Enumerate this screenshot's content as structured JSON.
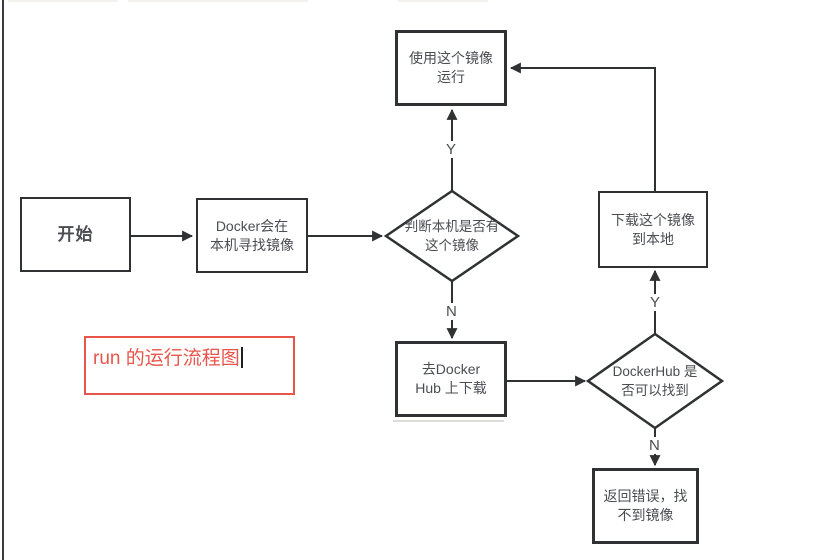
{
  "diagram": {
    "title_annotation": "run 的运行流程图",
    "colors": {
      "stroke": "#2f3133",
      "node_text": "#4a4d52",
      "annotation_red": "#e8554a",
      "background": "#ffffff"
    },
    "nodes": {
      "start": {
        "label": "开始"
      },
      "find_local": {
        "label": "Docker会在\n本机寻找镜像"
      },
      "has_image_decision": {
        "label": "判断本机是否有\n这个镜像"
      },
      "run_image": {
        "label": "使用这个镜像\n运行"
      },
      "download_image": {
        "label": "下载这个镜像\n到本地"
      },
      "go_dockerhub": {
        "label": "去Docker\nHub 上下载"
      },
      "dockerhub_decision": {
        "label": "DockerHub 是\n否可以找到"
      },
      "return_error": {
        "label": "返回错误，找\n不到镜像"
      }
    },
    "edge_labels": {
      "has_image_yes": "Y",
      "has_image_no": "N",
      "dockerhub_yes": "Y",
      "dockerhub_no": "N"
    }
  }
}
